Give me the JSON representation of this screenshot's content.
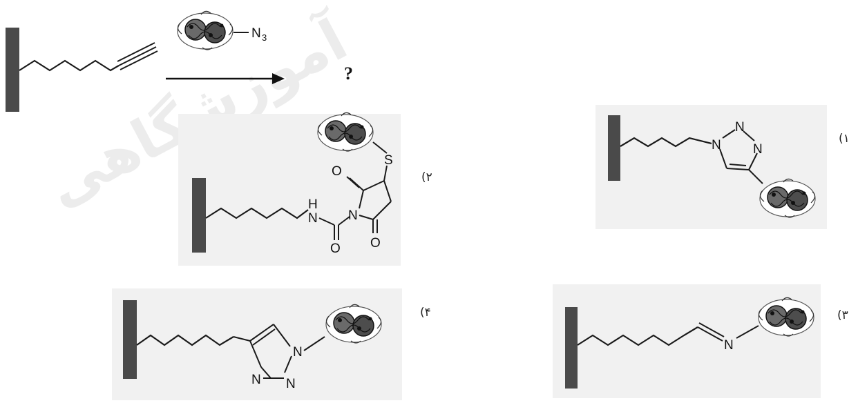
{
  "watermark": "آموزشگاهی",
  "question": {
    "reagent_group": "N",
    "reagent_subscript": "3",
    "product_placeholder": "?"
  },
  "options": [
    {
      "label": "(۱",
      "atoms": {
        "n1": "N",
        "n2": "N",
        "n3": "N"
      }
    },
    {
      "label": "(۲",
      "atoms": {
        "s": "S",
        "o1": "O",
        "n": "N",
        "nh": "H",
        "nh_n": "N",
        "o2": "O",
        "o3": "O"
      }
    },
    {
      "label": "(۳",
      "atoms": {
        "n": "N"
      }
    },
    {
      "label": "(۴",
      "atoms": {
        "n1": "N",
        "n2": "N",
        "n3": "N"
      }
    }
  ],
  "colors": {
    "surface": "#4a4a4a",
    "bond": "#1a1a1a",
    "panel": "#f1f1f1",
    "watermark": "#ececec"
  },
  "icons": [
    "surface-bar-icon",
    "protein-icon",
    "arrow-icon"
  ]
}
